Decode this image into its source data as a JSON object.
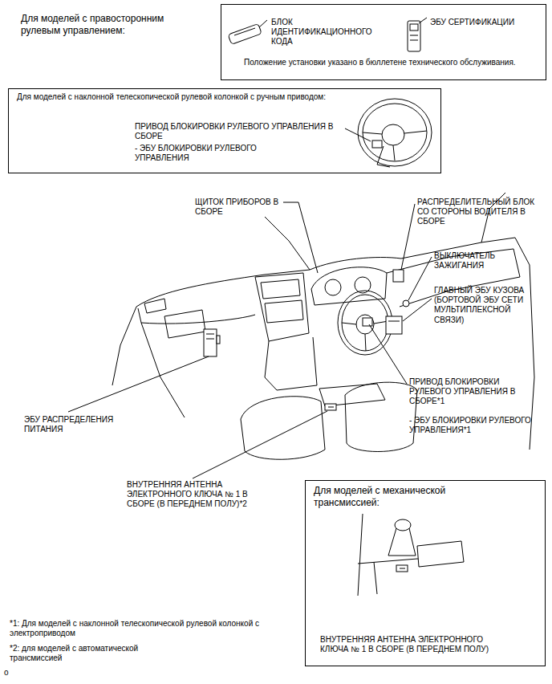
{
  "diagram": {
    "nodes": [
      {
        "text": [
          "Для моделей с правосторонним рулевым управлением:",
          "БЛОК ИДЕНТИФИКАЦИОННОГО КОДА",
          "ЭБУ СЕРТИФИКАЦИИ",
          "Положение установки указано в бюллетене технического обслуживания."
        ]
      },
      {
        "text": [
          "Для моделей с наклонной телескопической рулевой колонкой с ручным приводом:",
          "ПРИВОД БЛОКИРОВКИ РУЛЕВОГО УПРАВЛЕНИЯ В СБОРЕ",
          "- ЭБУ БЛОКИРОВКИ РУЛЕВОГО УПРАВЛЕНИЯ"
        ]
      },
      {
        "text": [
          "Для моделей с механической трансмиссией:",
          "ВНУТРЕННЯЯ АНТЕННА ЭЛЕКТРОННОГО КЛЮЧА № 1 В СБОРЕ (В ПЕРЕДНЕМ ПОЛУ)"
        ]
      }
    ],
    "labels": [
      "ЩИТОК ПРИБОРОВ В СБОРЕ",
      "РАСПРЕДЕЛИТЕЛЬНЫЙ БЛОК СО СТОРОНЫ ВОДИТЕЛЯ В СБОРЕ",
      "ВЫКЛЮЧАТЕЛЬ ЗАЖИГАНИЯ",
      "ГЛАВНЫЙ ЭБУ КУЗОВА (БОРТОВОЙ ЭБУ СЕТИ МУЛЬТИПЛЕКСНОЙ СВЯЗИ)",
      "ПРИВОД БЛОКИРОВКИ РУЛЕВОГО УПРАВЛЕНИЯ В СБОРЕ*1",
      "- ЭБУ БЛОКИРОВКИ РУЛЕВОГО УПРАВЛЕНИЯ*1",
      "ЭБУ РАСПРЕДЕЛЕНИЯ ПИТАНИЯ",
      "ВНУТРЕННЯЯ АНТЕННА ЭЛЕКТРОННОГО КЛЮЧА № 1 В СБОРЕ (В ПЕРЕДНЕМ ПОЛУ)*2",
      "*1: Для моделей с наклонной телескопической рулевой колонкой с электроприводом",
      "*2: для моделей с автоматической трансмиссией",
      "o"
    ]
  }
}
